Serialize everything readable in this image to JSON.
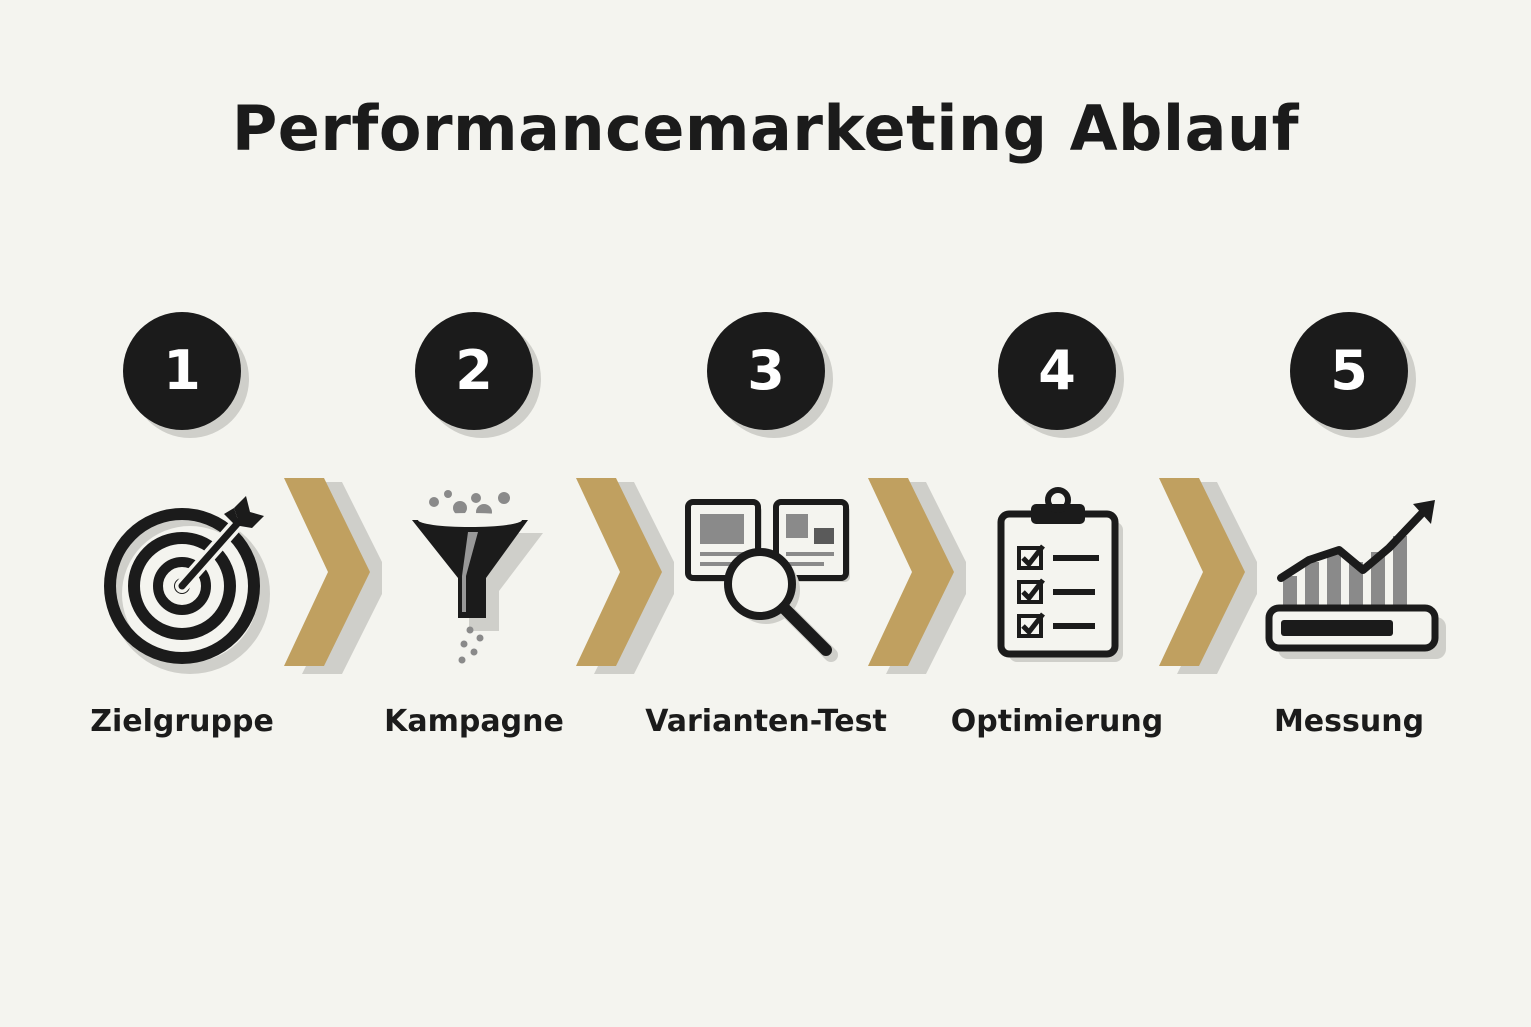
{
  "title": "Performancemarketing Ablauf",
  "colors": {
    "background": "#f4f4ef",
    "dark": "#1b1b1b",
    "accent_gold": "#c0a060",
    "shadow": "#cfcfca",
    "gray": "#8a8a8a"
  },
  "steps": [
    {
      "number": "1",
      "label": "Zielgruppe",
      "icon": "target-icon"
    },
    {
      "number": "2",
      "label": "Kampagne",
      "icon": "funnel-icon"
    },
    {
      "number": "3",
      "label": "Varianten-Test",
      "icon": "ab-test-magnifier-icon"
    },
    {
      "number": "4",
      "label": "Optimierung",
      "icon": "clipboard-checklist-icon"
    },
    {
      "number": "5",
      "label": "Messung",
      "icon": "growth-chart-icon"
    }
  ]
}
